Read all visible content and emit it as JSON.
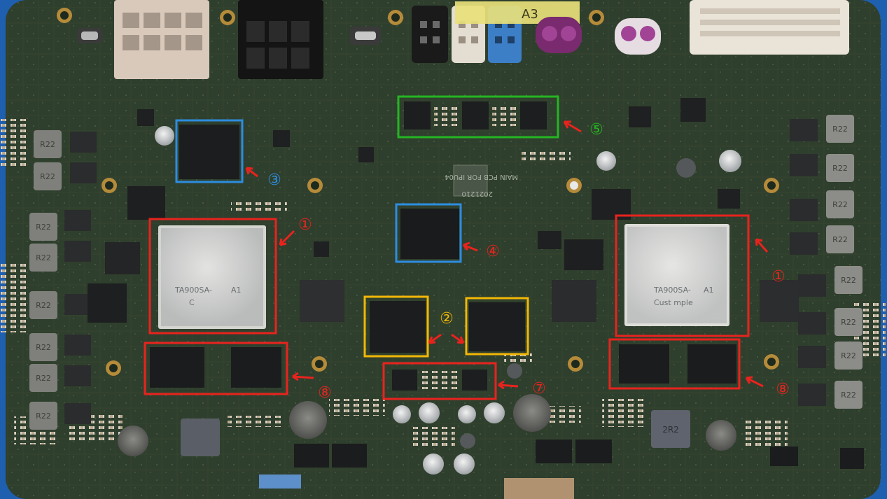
{
  "photo": {
    "board_silkscreen": [
      "MAIN PCB FOR IPU04",
      "2021210"
    ],
    "corner_label": "A3",
    "soc_left": {
      "line1": "TA900SA-",
      "line2": "A1",
      "line3": "C"
    },
    "soc_right": {
      "line1": "TA900SA-",
      "line2": "A1",
      "line3": "Cust  mple"
    },
    "inductor_label": "R22",
    "big_inductor_label": "2R2"
  },
  "annotations": [
    {
      "marker": "①",
      "color": "#e8231e"
    },
    {
      "marker": "①",
      "color": "#e8231e"
    },
    {
      "marker": "②",
      "color": "#f2b707"
    },
    {
      "marker": "③",
      "color": "#2d8de0"
    },
    {
      "marker": "④",
      "color": "#e8231e"
    },
    {
      "marker": "⑤",
      "color": "#25b523"
    },
    {
      "marker": "⑦",
      "color": "#e8231e"
    },
    {
      "marker": "⑧",
      "color": "#e8231e"
    },
    {
      "marker": "⑧",
      "color": "#e8231e"
    }
  ],
  "colors": {
    "pcb": "#2e3e2c",
    "box_red": "#e8231e",
    "box_yellow": "#f2b707",
    "box_blue": "#2d8de0",
    "box_green": "#25b523"
  }
}
